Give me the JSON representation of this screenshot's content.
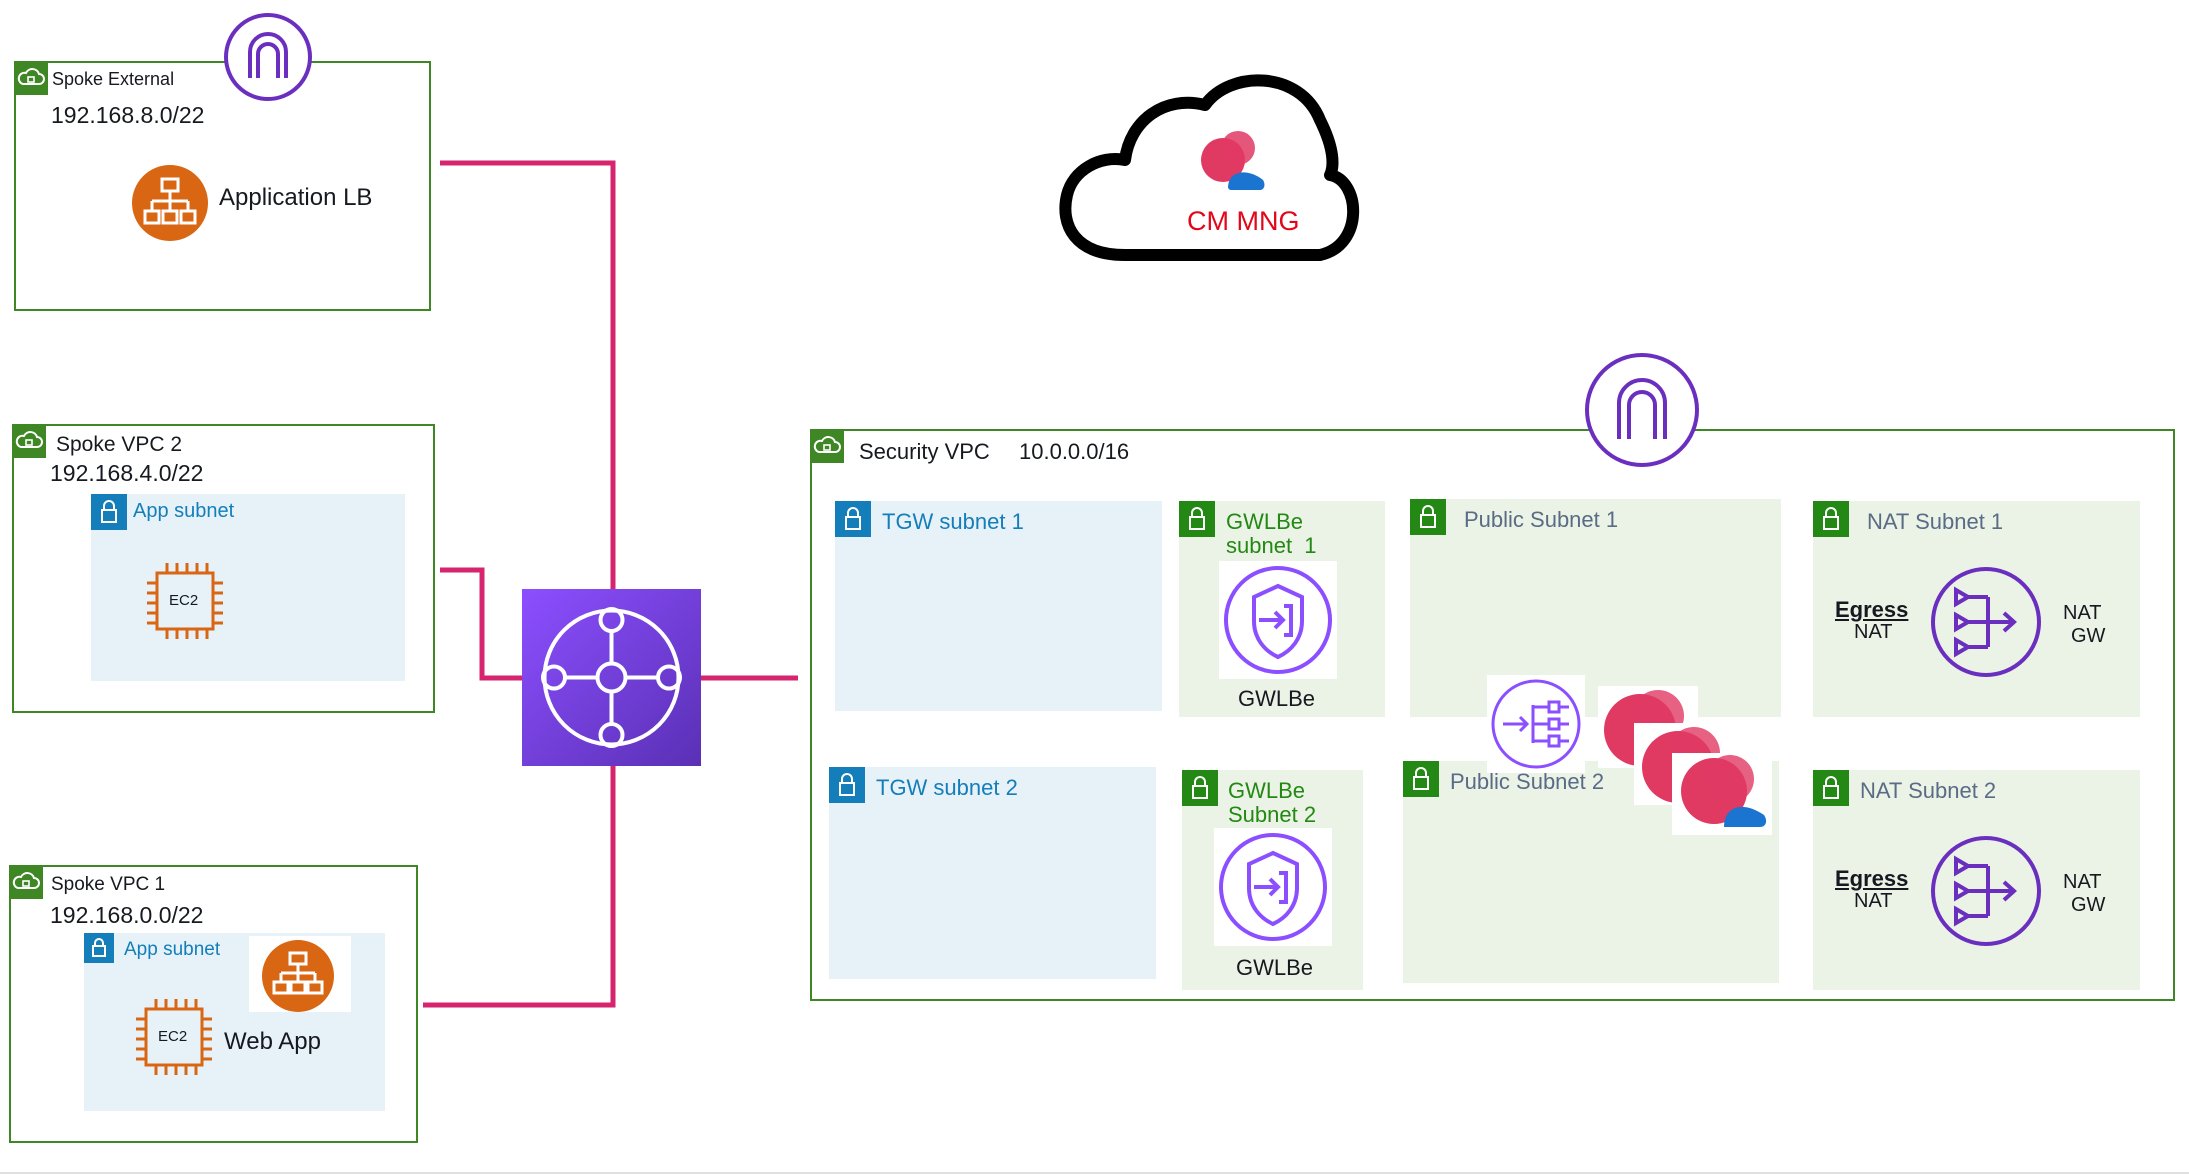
{
  "cloud": {
    "label": "CM MNG"
  },
  "spoke_external": {
    "title": "Spoke External",
    "cidr": "192.168.8.0/22",
    "service_label": "Application LB",
    "gateway_icon": "internet-gateway-icon"
  },
  "spoke_vpc2": {
    "title": "Spoke VPC 2",
    "cidr": "192.168.4.0/22",
    "subnet_label": "App subnet",
    "instance_label": "EC2"
  },
  "spoke_vpc1": {
    "title": "Spoke VPC 1",
    "cidr": "192.168.0.0/22",
    "subnet_label": "App subnet",
    "instance_label": "EC2",
    "app_label": "Web App"
  },
  "transit_gateway": {
    "icon": "transit-gateway-icon"
  },
  "security_vpc": {
    "title": "Security VPC",
    "cidr": "10.0.0.0/16",
    "gateway_icon": "internet-gateway-icon",
    "tgw_subnet_1": "TGW subnet 1",
    "tgw_subnet_2": "TGW subnet 2",
    "gwlbe_subnet_1_line1": "GWLBe",
    "gwlbe_subnet_1_line2": "subnet  1",
    "gwlbe_subnet_2_line1": "GWLBe",
    "gwlbe_subnet_2_line2": "Subnet 2",
    "gwlbe_1_label": "GWLBe",
    "gwlbe_2_label": "GWLBe",
    "public_subnet_1": "Public Subnet 1",
    "public_subnet_2": "Public Subnet 2",
    "nat_subnet_1": "NAT Subnet 1",
    "nat_subnet_2": "NAT Subnet 2",
    "egress_1": "Egress",
    "egress_1_sub": "NAT",
    "egress_2": "Egress",
    "egress_2_sub": "NAT",
    "natgw_1_line1": "NAT",
    "natgw_1_line2": "GW",
    "natgw_2_line1": "NAT",
    "natgw_2_line2": "GW"
  },
  "colors": {
    "connector": "#d6246e",
    "vpc_border": "#3f8624",
    "subnet_blue_fill": "#e6f2f8",
    "subnet_green_fill": "#ebf3e6",
    "gateway_purple": "#6b2fbf",
    "elb_orange": "#d86613",
    "tgw_purple": "#7d3be1",
    "cloud_label": "#e3061a"
  }
}
